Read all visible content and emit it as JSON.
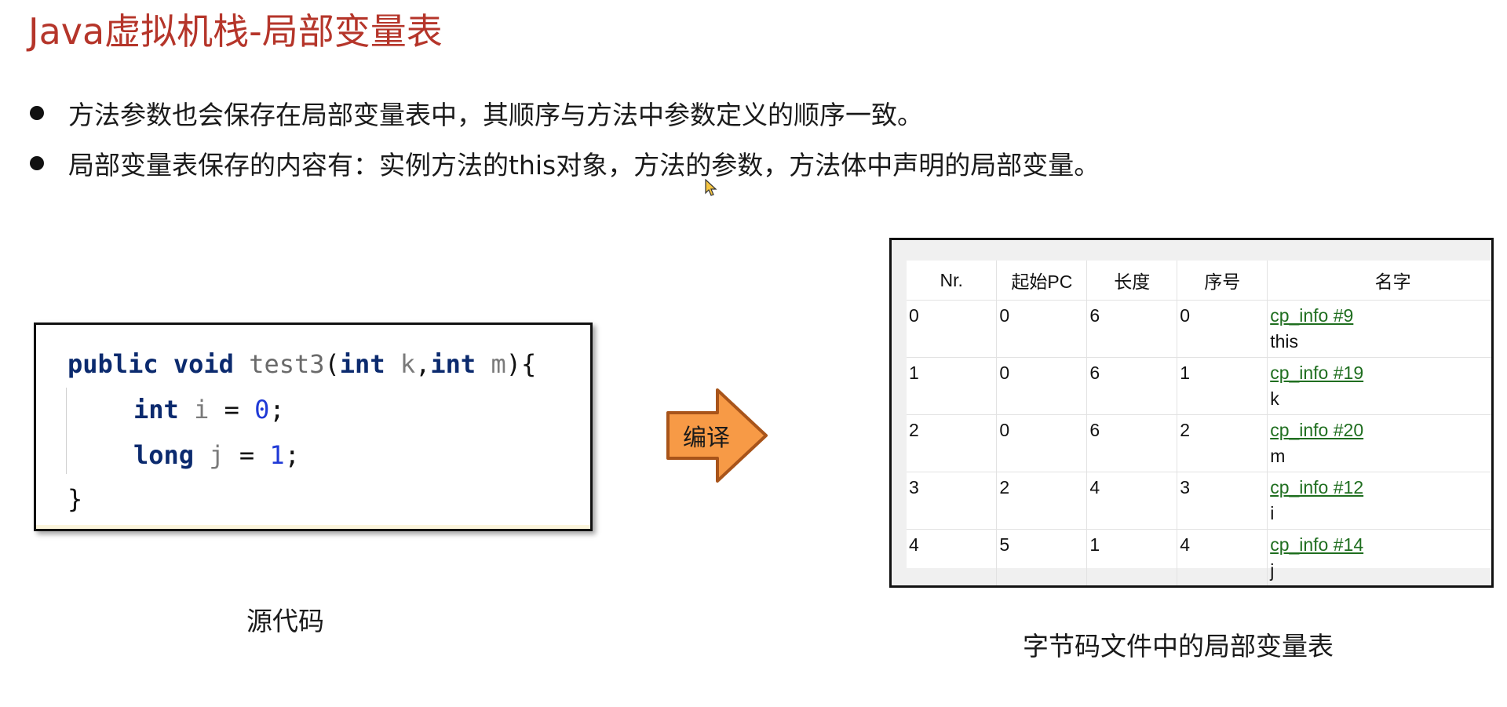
{
  "slide": {
    "title": "Java虚拟机栈-局部变量表",
    "bullets": [
      "方法参数也会保存在局部变量表中，其顺序与方法中参数定义的顺序一致。",
      "局部变量表保存的内容有：实例方法的this对象，方法的参数，方法体中声明的局部变量。"
    ]
  },
  "code": {
    "line1": {
      "kw1": "public",
      "kw2": "void",
      "fn": "test3",
      "open": "(",
      "kw3": "int",
      "p1": "k",
      "comma": ",",
      "kw4": "int",
      "p2": "m",
      "close": "){"
    },
    "line2": {
      "type": "int",
      "var": "i",
      "op": "=",
      "val": "0",
      "end": ";"
    },
    "line3": {
      "type": "long",
      "var": "j",
      "op": "=",
      "val": "1",
      "end": ";"
    },
    "line4": "}"
  },
  "captions": {
    "source": "源代码",
    "arrow": "编译",
    "table": "字节码文件中的局部变量表"
  },
  "table": {
    "headers": [
      "Nr.",
      "起始PC",
      "长度",
      "序号",
      "名字"
    ],
    "rows": [
      {
        "nr": "0",
        "start_pc": "0",
        "length": "6",
        "index": "0",
        "ref": "cp_info #9",
        "name": "this"
      },
      {
        "nr": "1",
        "start_pc": "0",
        "length": "6",
        "index": "1",
        "ref": "cp_info #19",
        "name": "k"
      },
      {
        "nr": "2",
        "start_pc": "0",
        "length": "6",
        "index": "2",
        "ref": "cp_info #20",
        "name": "m"
      },
      {
        "nr": "3",
        "start_pc": "2",
        "length": "4",
        "index": "3",
        "ref": "cp_info #12",
        "name": "i"
      },
      {
        "nr": "4",
        "start_pc": "5",
        "length": "1",
        "index": "4",
        "ref": "cp_info #14",
        "name": "j"
      }
    ]
  },
  "colors": {
    "title": "#b5352a",
    "arrow_fill": "#f79a46",
    "arrow_stroke": "#a8541a",
    "link": "#1f6e1f",
    "keyword": "#0b2a6e",
    "number": "#1f39d6"
  }
}
